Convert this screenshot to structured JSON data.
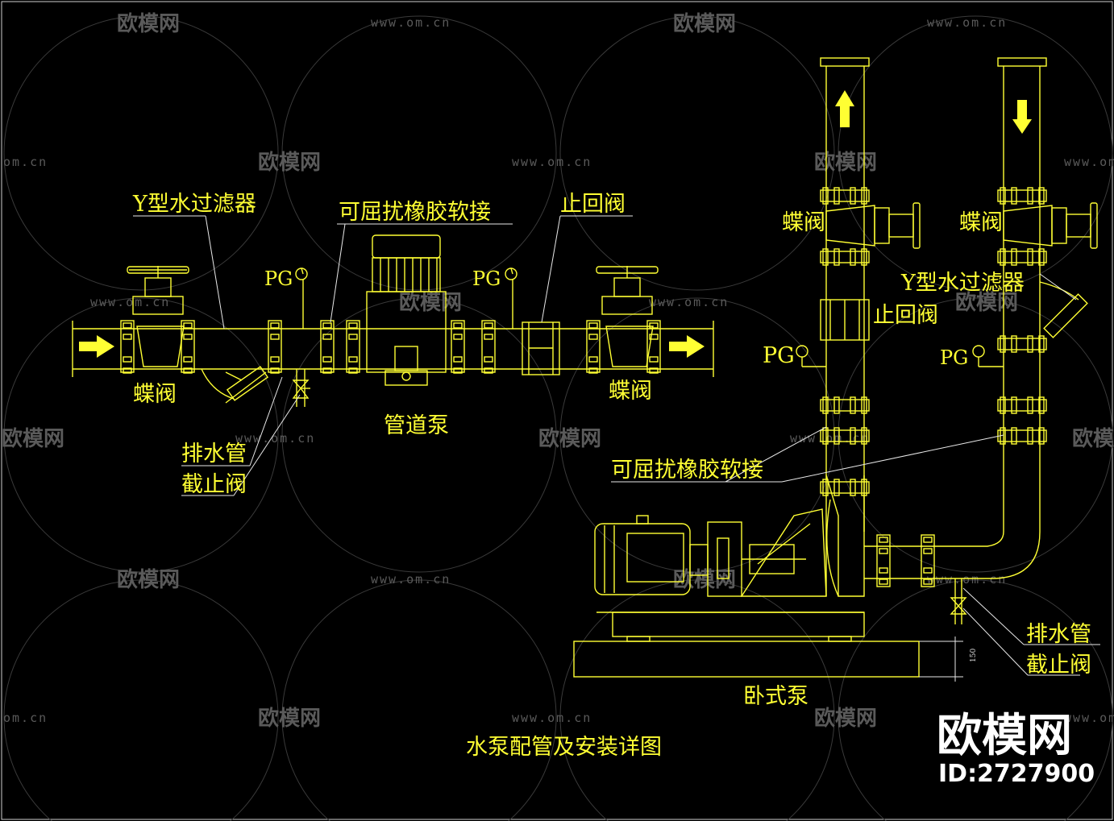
{
  "colors": {
    "background": "#000000",
    "line": "#ffff33",
    "text": "#ffff33",
    "watermark": "#5a5a5a",
    "brand": "#ffffff"
  },
  "watermark": {
    "logo_text": "欧模网",
    "url": "www.om.cn",
    "url_short": "om.cn"
  },
  "brand": {
    "name": "欧模网",
    "id": "ID:2727900"
  },
  "title": "水泵配管及安装详图",
  "left": {
    "y_filter": "Y型水过滤器",
    "flex_joint": "可屈扰橡胶软接",
    "check_valve": "止回阀",
    "pg1": "PG",
    "pg2": "PG",
    "butterfly_left": "蝶阀",
    "butterfly_right": "蝶阀",
    "pump": "管道泵",
    "drain_pipe": "排水管",
    "stop_valve": "截止阀"
  },
  "right": {
    "butterfly1": "蝶阀",
    "butterfly2": "蝶阀",
    "y_filter": "Y型水过滤器",
    "check_valve": "止回阀",
    "pg1": "PG",
    "pg2": "PG",
    "flex_joint": "可屈扰橡胶软接",
    "drain_pipe": "排水管",
    "stop_valve": "截止阀",
    "pump": "卧式泵",
    "dim": "150"
  }
}
